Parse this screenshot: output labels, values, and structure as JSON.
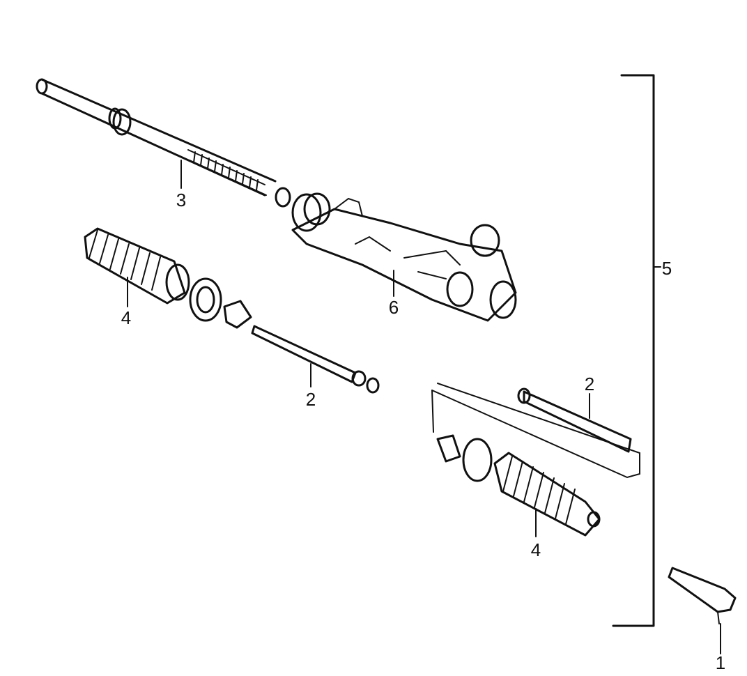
{
  "diagram": {
    "callouts": [
      {
        "id": "c1",
        "label": "1"
      },
      {
        "id": "c2a",
        "label": "2"
      },
      {
        "id": "c2b",
        "label": "2"
      },
      {
        "id": "c3",
        "label": "3"
      },
      {
        "id": "c4a",
        "label": "4"
      },
      {
        "id": "c4b",
        "label": "4"
      },
      {
        "id": "c5",
        "label": "5"
      },
      {
        "id": "c6",
        "label": "6"
      }
    ]
  }
}
